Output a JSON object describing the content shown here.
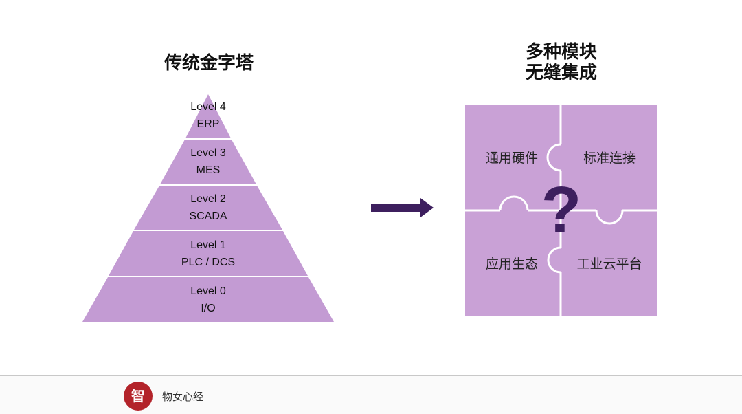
{
  "left_title": "传统金字塔",
  "right_title": {
    "line1": "多种模块",
    "line2": "无缝集成"
  },
  "pyramid_levels": [
    {
      "level": "Level 4",
      "name": "ERP"
    },
    {
      "level": "Level 3",
      "name": "MES"
    },
    {
      "level": "Level 2",
      "name": "SCADA"
    },
    {
      "level": "Level 1",
      "name": "PLC / DCS"
    },
    {
      "level": "Level 0",
      "name": "I/O"
    }
  ],
  "puzzle_pieces": {
    "top_left": "通用硬件",
    "top_right": "标准连接",
    "bottom_left": "应用生态",
    "bottom_right": "工业云平台"
  },
  "question_mark": "?",
  "footer": {
    "logo_text": "智",
    "brand": "物女心经"
  },
  "colors": {
    "pyramid_fill": "#c39bd3",
    "puzzle_fill": "#c9a1d6",
    "arrow": "#3d1f5e",
    "question_mark": "#3d1f5e",
    "logo_red": "#b3232a"
  }
}
